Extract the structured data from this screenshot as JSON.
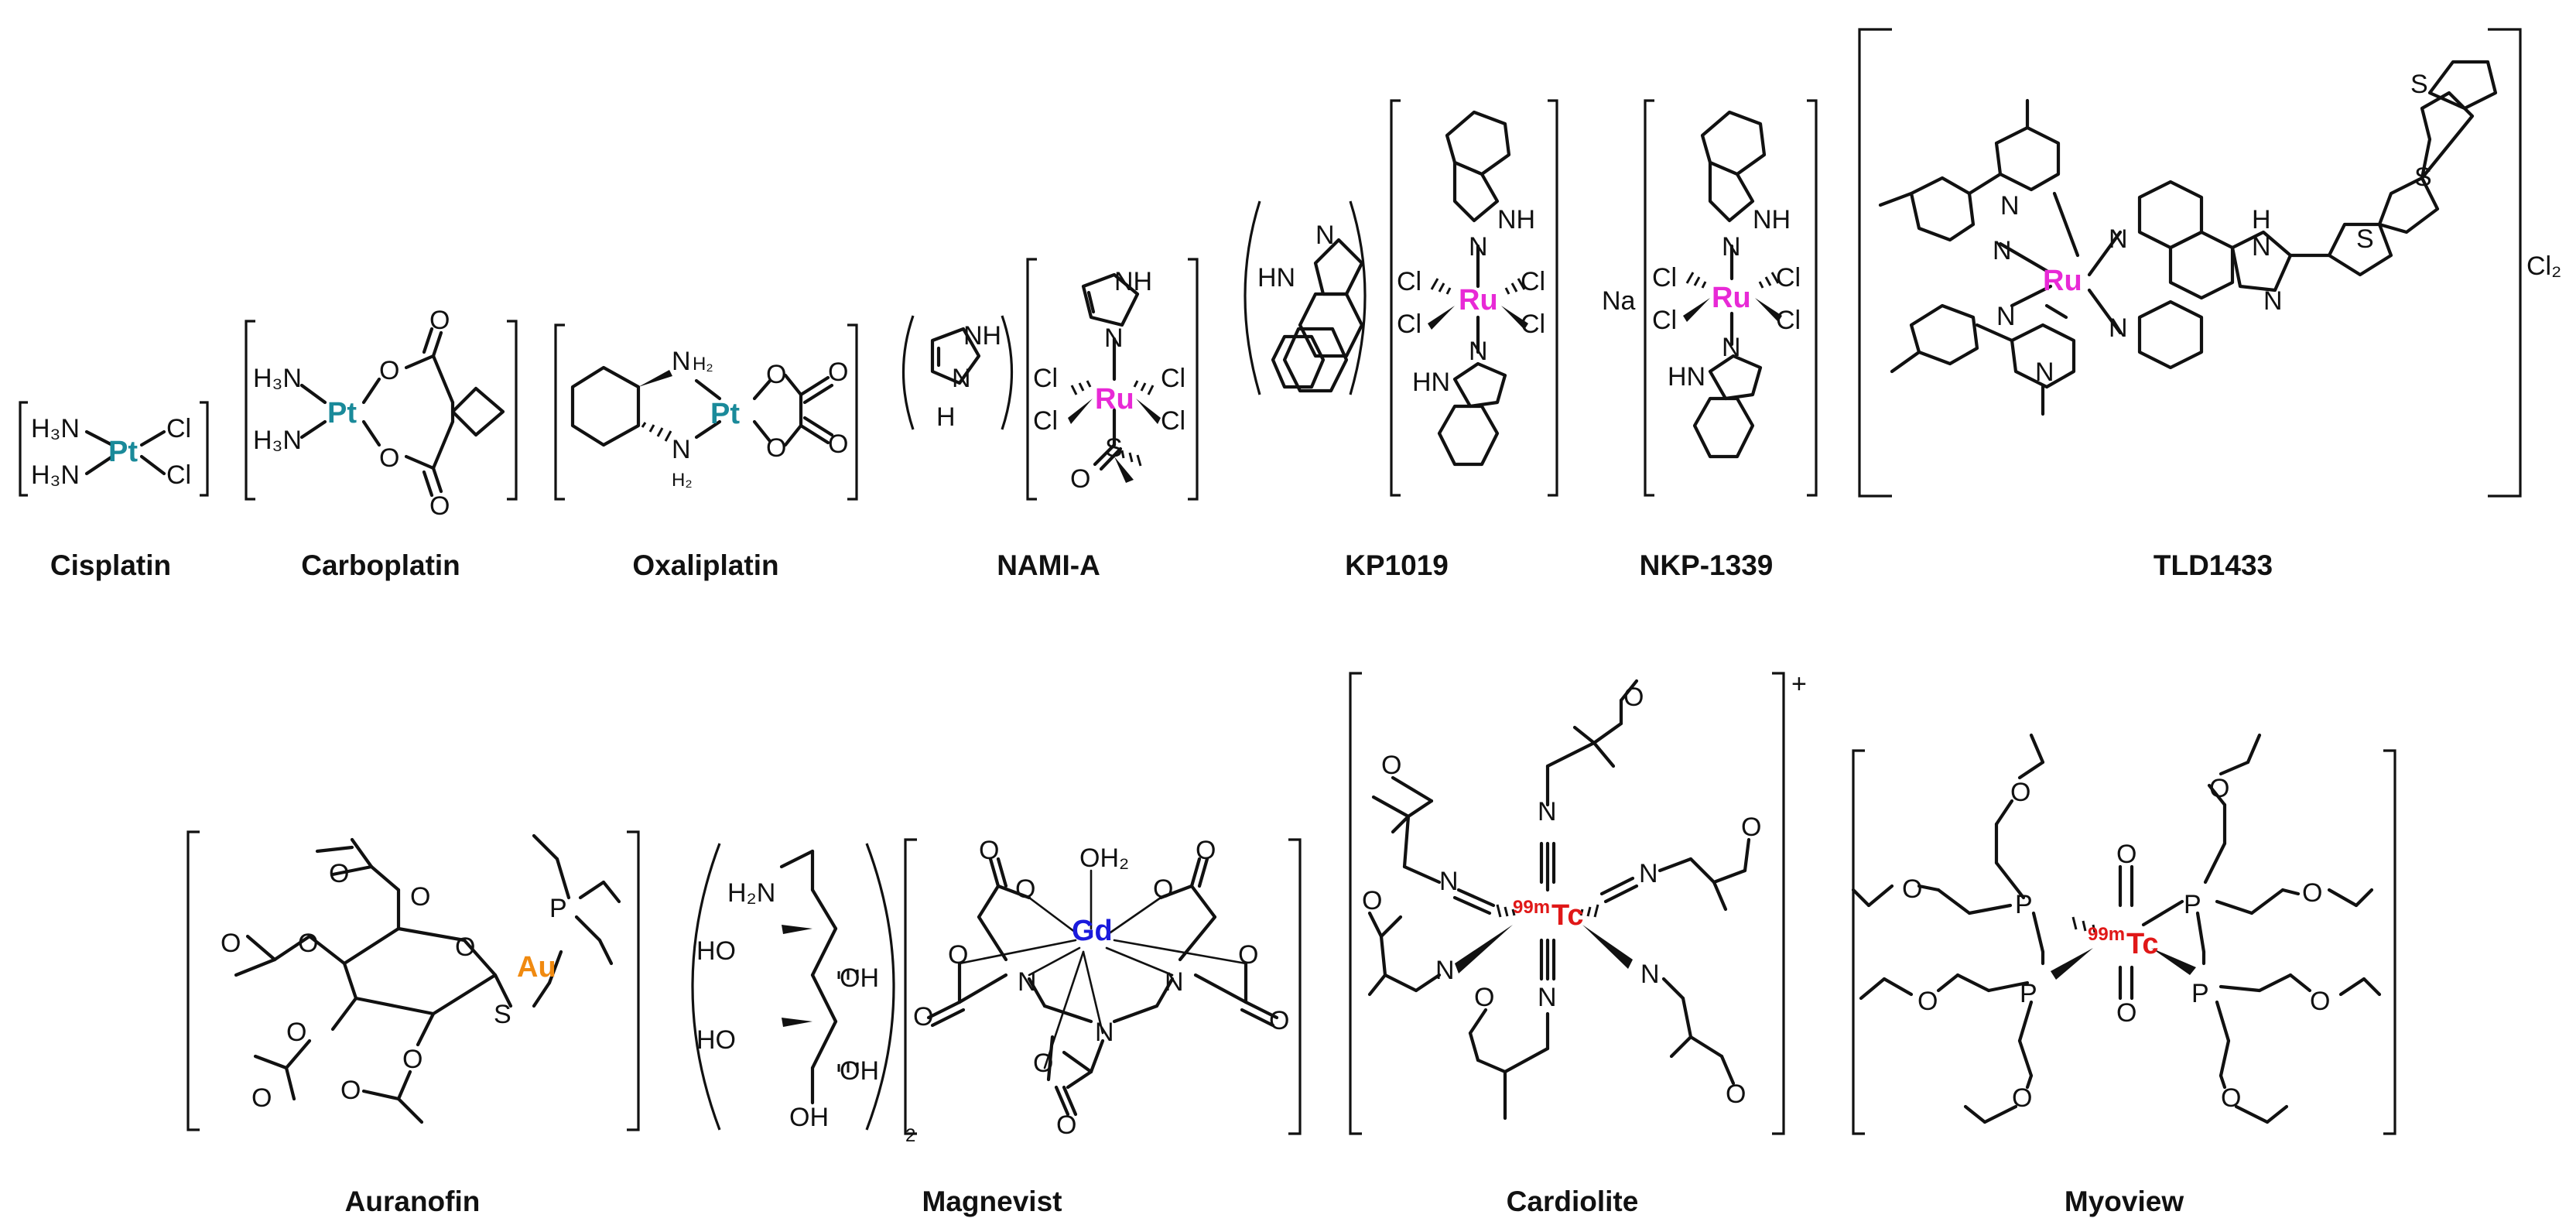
{
  "captions": {
    "cisplatin": "Cisplatin",
    "carboplatin": "Carboplatin",
    "oxaliplatin": "Oxaliplatin",
    "nami_a": "NAMI-A",
    "kp1019": "KP1019",
    "nkp1339": "NKP-1339",
    "tld1433": "TLD1433",
    "auranofin": "Auranofin",
    "magnevist": "Magnevist",
    "cardiolite": "Cardiolite",
    "myoview": "Myoview"
  },
  "metals": {
    "pt": "Pt",
    "ru": "Ru",
    "au": "Au",
    "gd": "Gd",
    "tc": "Tc",
    "tc_isotope": "99m"
  },
  "atoms": {
    "cl": "Cl",
    "h3n": "H₃N",
    "h2n": "H₂N",
    "nh": "NH",
    "hn": "HN",
    "n": "N",
    "h": "H",
    "o": "O",
    "s": "S",
    "p": "P",
    "oh": "OH",
    "ho": "HO",
    "oh2": "OH₂",
    "na": "Na",
    "nh2_top": "H₂",
    "cl2": "Cl₂",
    "sub2": "2",
    "plus": "+"
  },
  "colors": {
    "pt": "#1a8a9a",
    "ru": "#e829d6",
    "au": "#f08a10",
    "gd": "#1a1adc",
    "tc": "#e01818",
    "ink": "#111111"
  }
}
